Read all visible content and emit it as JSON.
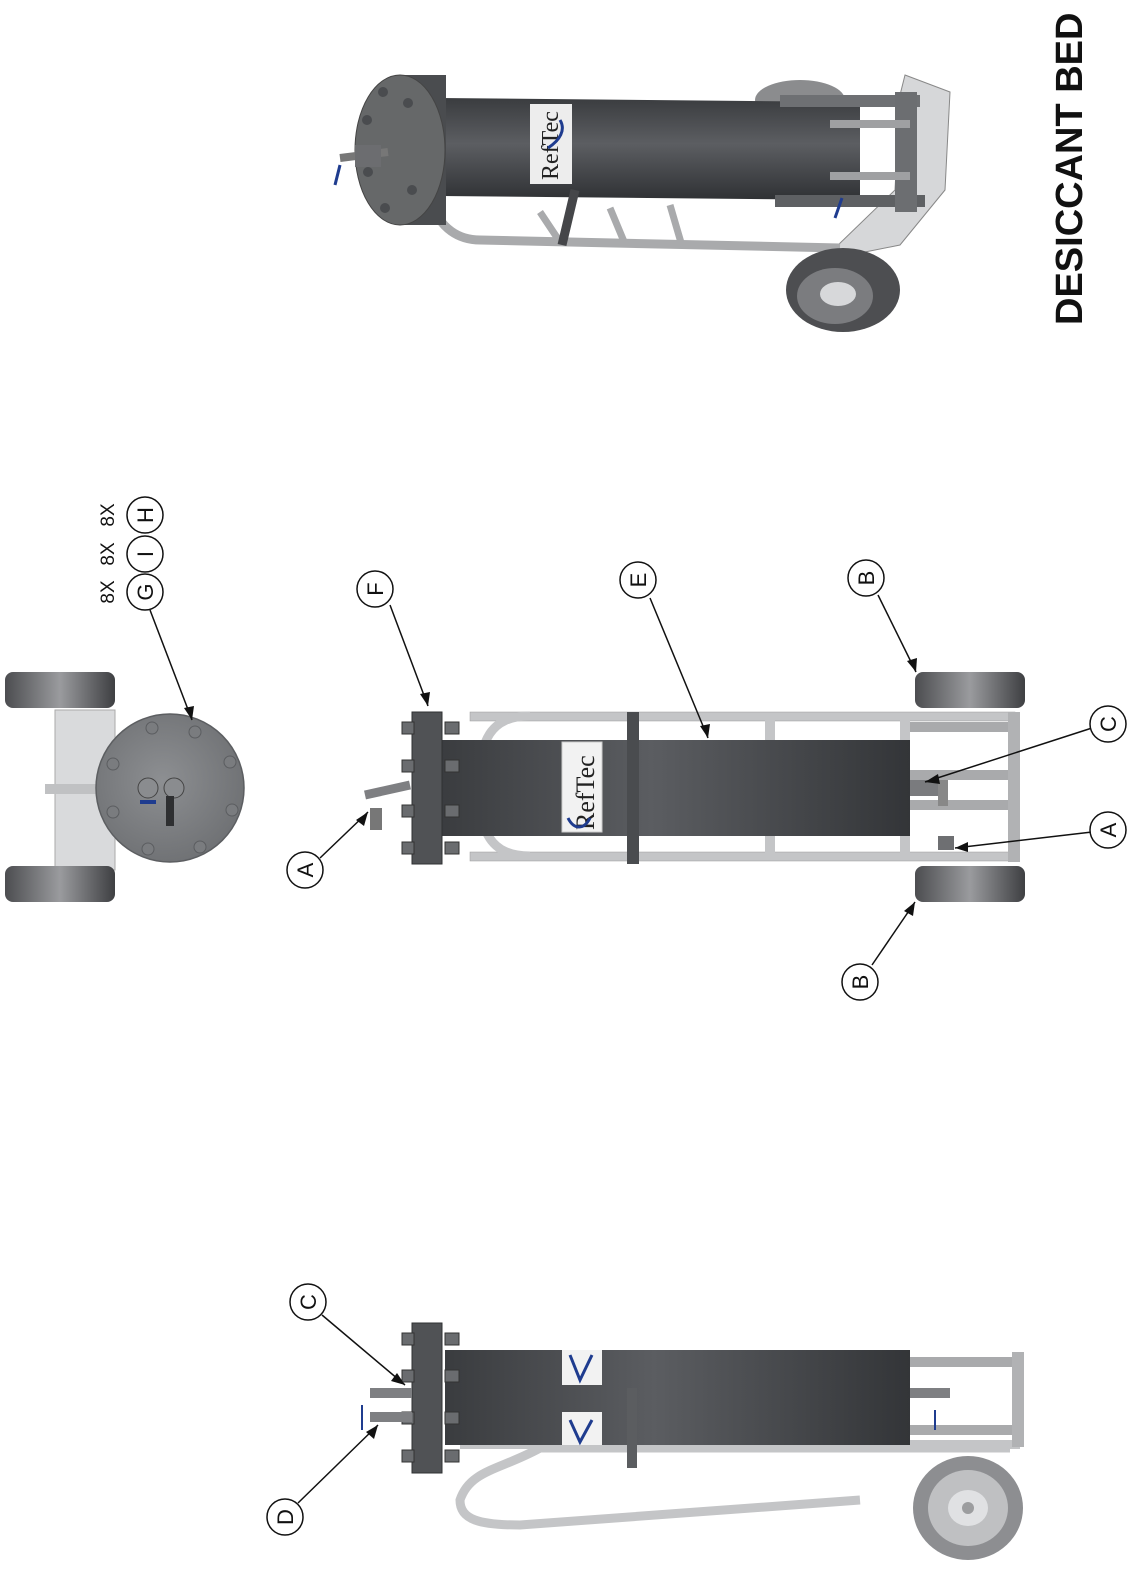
{
  "drawing": {
    "title": "DESICCANT BED",
    "quantity_labels": [
      "8X",
      "8X",
      "8X"
    ],
    "callouts": {
      "top_view": [
        "G",
        "I",
        "H"
      ],
      "front_view": [
        "F",
        "E",
        "B",
        "C",
        "A",
        "B",
        "A"
      ],
      "side_view": [
        "C",
        "D"
      ]
    },
    "brand_text": "RefTec"
  },
  "colors": {
    "vessel": "#505255",
    "vessel_dark": "#3c3e41",
    "frame": "#c2c3c5",
    "frame_dark": "#9d9ea0",
    "wheel": "#6d6e70",
    "accent_blue": "#1f3c8f",
    "line": "#111111"
  }
}
